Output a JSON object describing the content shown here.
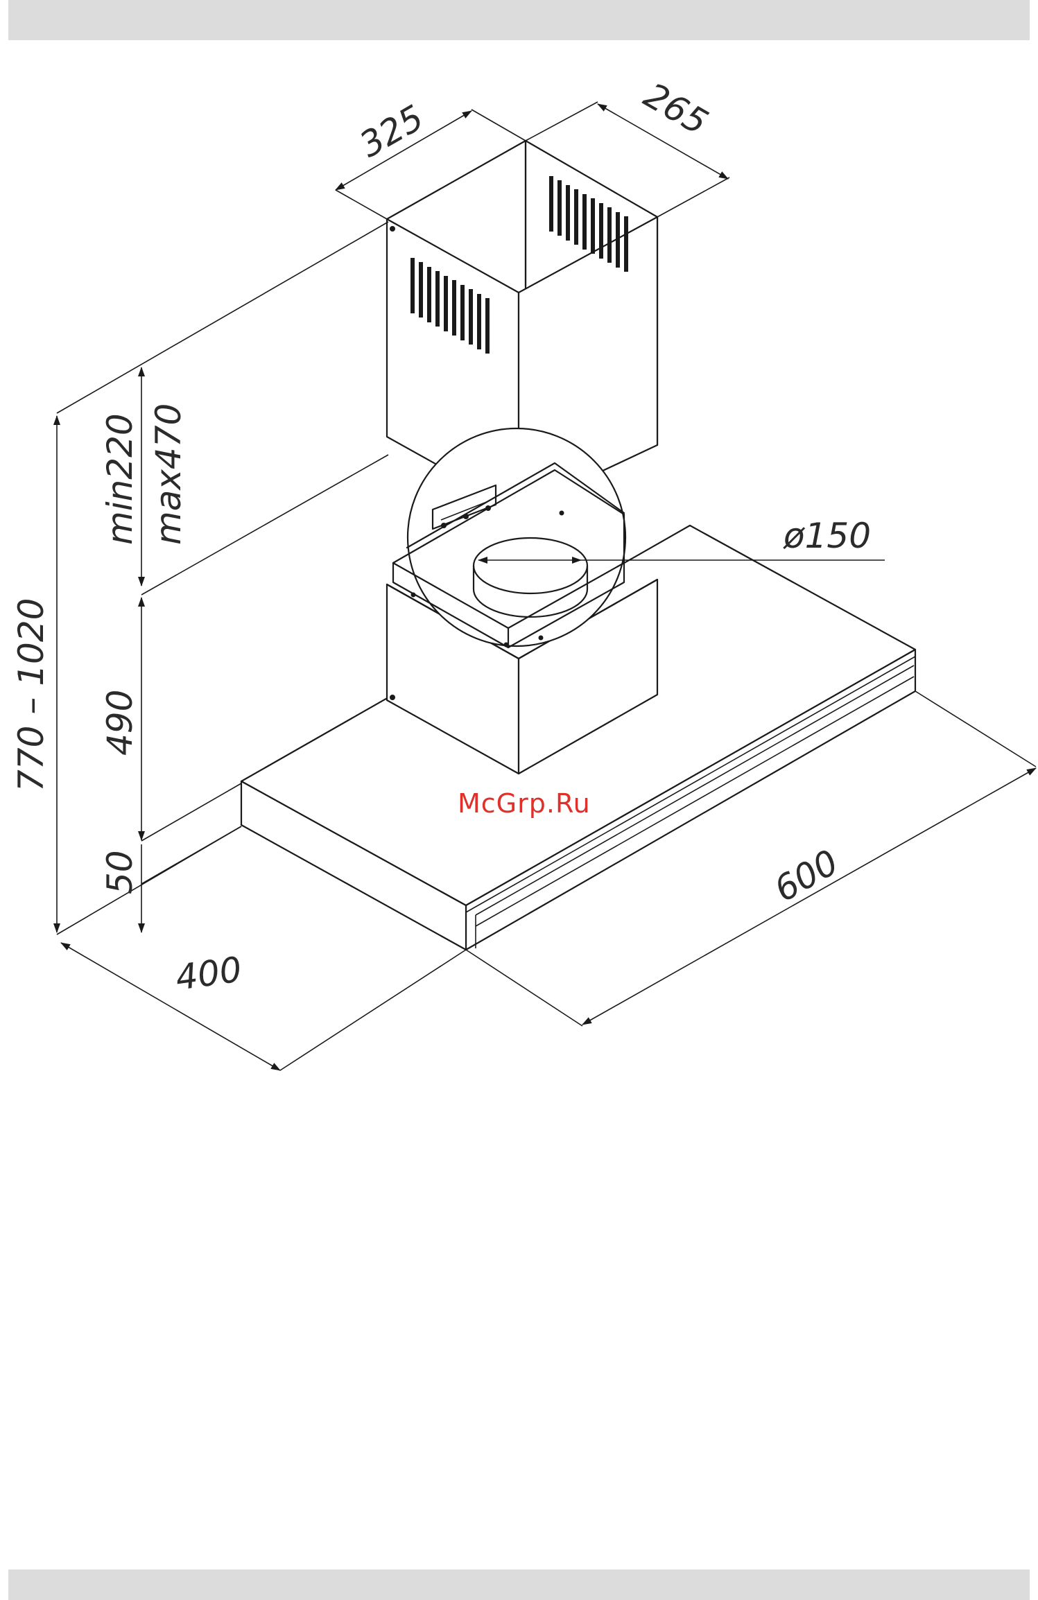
{
  "dimensions": {
    "chimney_width": "325",
    "chimney_depth": "265",
    "chimney_extension": "min220",
    "chimney_extension_max": "max470",
    "total_height": "770 – 1020",
    "body_height": "490",
    "canopy_height": "50",
    "canopy_depth": "400",
    "canopy_width": "600",
    "duct_diameter": "ø150"
  },
  "watermark": "McGrp.Ru",
  "colors": {
    "band": "#dcdcdc",
    "line": "#1a1a1a",
    "watermark": "#e0302a"
  }
}
